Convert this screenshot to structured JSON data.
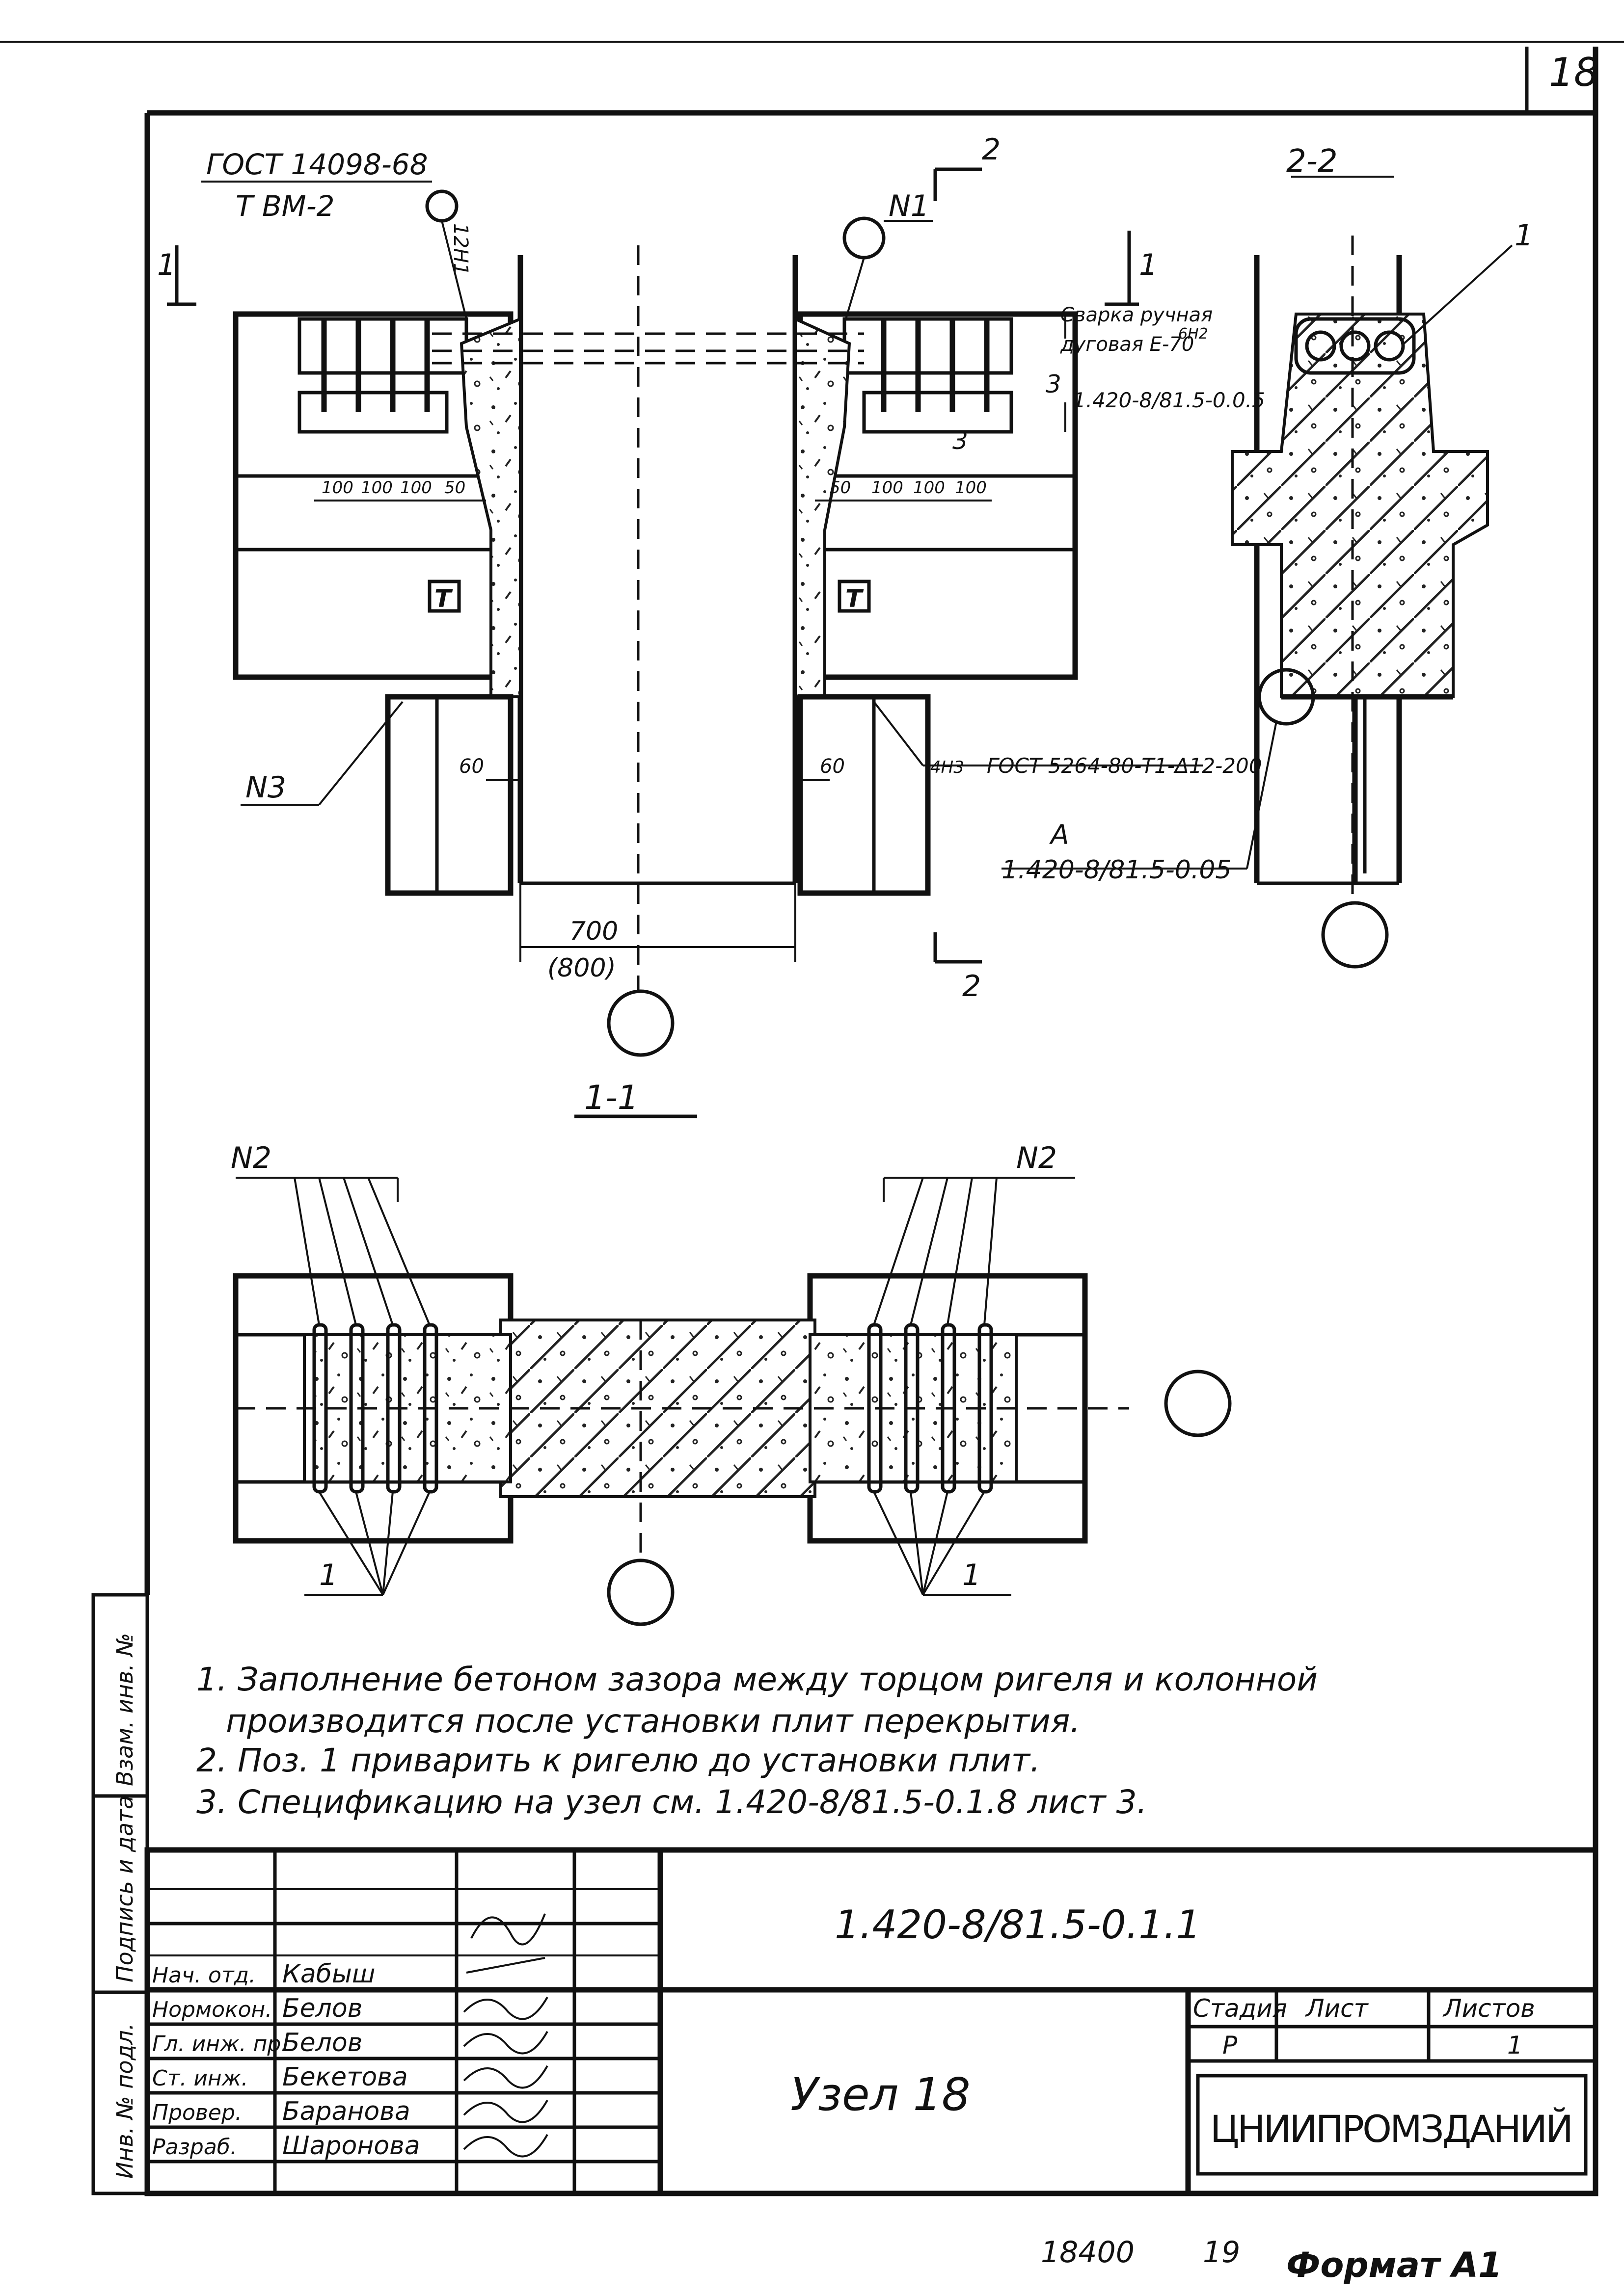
{
  "sheet_number": "18",
  "labels": {
    "gost_top": "ГОСТ 14098-68",
    "gost_top_sub": "Т ВМ-2",
    "weld_tag_left": "12Н1",
    "section_mark_1_left": "1",
    "section_mark_2_top": "2",
    "section_mark_1_mid": "1",
    "section_mark_2_bottom": "2",
    "n1": "N1",
    "n3": "N3",
    "view_2_2": "2-2",
    "view_1_1": "1-1",
    "n2_left": "N2",
    "n2_right": "N2",
    "weld_note_line1": "Сварка ручная",
    "weld_note_line2": "дуговая Е-70",
    "weld_note_tag": "6Н2",
    "ref_1420_top": "1.420-8/81.5-0.0.5",
    "ref_a": "А",
    "ref_1420_bottom": "1.420-8/81.5-0.05",
    "gost_bottom": "ГОСТ 5264-80-Т1-Δ12-200",
    "gost_bottom_tag": "4Н3",
    "dim_60_left": "60",
    "dim_60_right": "60",
    "dim_700": "700",
    "dim_800": "(800)",
    "dims_left": [
      "100",
      "100",
      "100",
      "50"
    ],
    "dims_right": [
      "50",
      "100",
      "100",
      "100"
    ],
    "mark_3": "3",
    "mark_3b": "3",
    "pos_1_top": "1",
    "pos_1_left": "1",
    "pos_1_right": "1",
    "t_mark_left": "Т",
    "t_mark_right": "Т"
  },
  "notes": [
    "1. Заполнение бетоном зазора между торцом ригеля и колонной",
    "производится после установки плит перекрытия.",
    "2. Поз. 1 приварить к ригелю до установки плит.",
    "3. Спецификацию на узел см. 1.420-8/81.5-0.1.8   лист 3."
  ],
  "side_stamp": [
    "Инв. № подл.",
    "Подпись и дата",
    "Взам. инв. №"
  ],
  "title_block": {
    "doc_code": "1.420-8/81.5-0.1.1",
    "title": "Узел 18",
    "org": "ЦНИИПРОМЗДАНИЙ",
    "headers": [
      "Стадия",
      "Лист",
      "Листов"
    ],
    "values": [
      "Р",
      "",
      "1"
    ],
    "roles": [
      {
        "role": "Нач. отд.",
        "name": "Кабыш"
      },
      {
        "role": "Нормокон.",
        "name": "Белов"
      },
      {
        "role": "Гл. инж. пр.",
        "name": "Белов"
      },
      {
        "role": "Ст. инж.",
        "name": "Бекетова"
      },
      {
        "role": "Провер.",
        "name": "Баранова"
      },
      {
        "role": "Разраб.",
        "name": "Шаронова"
      }
    ]
  },
  "footer": {
    "code": "18400",
    "sheet": "19",
    "format": "Формат А1"
  }
}
